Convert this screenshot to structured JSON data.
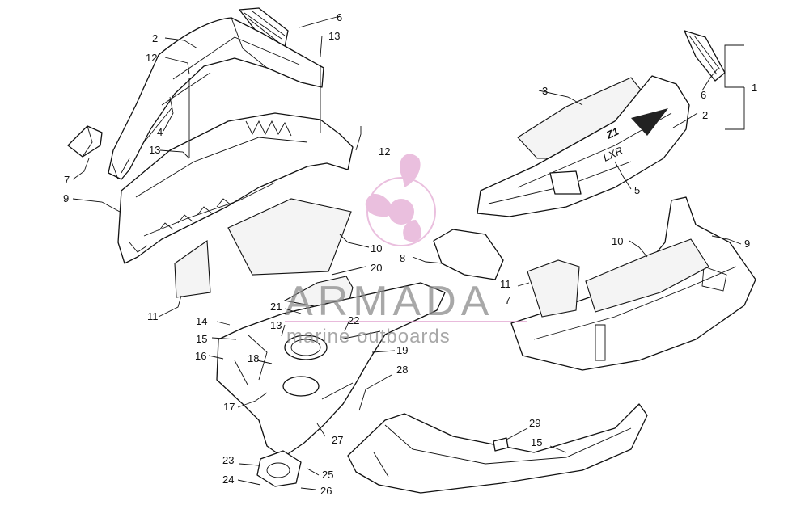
{
  "watermark": {
    "brand": "ARMADA",
    "tagline": "marine outboards",
    "logo_color": "#d98cc4",
    "text_color": "#8c8c8c"
  },
  "callouts": {
    "c1": "1",
    "c2a": "2",
    "c2b": "2",
    "c3": "3",
    "c4": "4",
    "c5": "5",
    "c6a": "6",
    "c6b": "6",
    "c7a": "7",
    "c7b": "7",
    "c8": "8",
    "c9a": "9",
    "c9b": "9",
    "c10a": "10",
    "c10b": "10",
    "c11a": "11",
    "c11b": "11",
    "c12a": "12",
    "c12b": "12",
    "c13a": "13",
    "c13b": "13",
    "c13c": "13",
    "c14": "14",
    "c15a": "15",
    "c15b": "15",
    "c16": "16",
    "c17": "17",
    "c18": "18",
    "c19": "19",
    "c20": "20",
    "c21": "21",
    "c22": "22",
    "c23": "23",
    "c24": "24",
    "c25": "25",
    "c26": "26",
    "c27": "27",
    "c28": "28",
    "c29": "29"
  }
}
